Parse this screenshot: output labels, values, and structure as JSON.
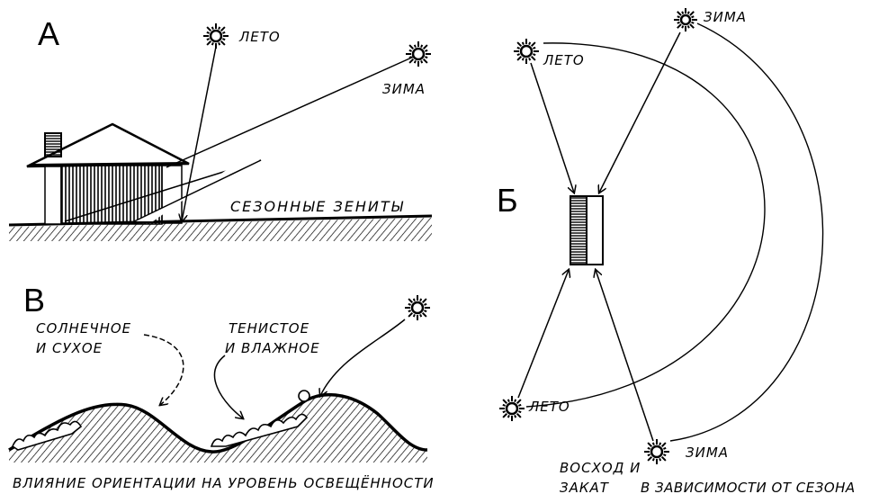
{
  "panels": {
    "a": {
      "letter": "А",
      "sun_summer": "ЛЕТО",
      "sun_winter": "ЗИМА",
      "ground_caption": "СЕЗОННЫЕ   ЗЕНИТЫ"
    },
    "b": {
      "letter": "Б",
      "sun_summer_top": "ЛЕТО",
      "sun_winter_top": "ЗИМА",
      "sun_summer_bottom": "ЛЕТО",
      "sun_winter_bottom": "ЗИМА",
      "caption_line1": "ВОСХОД И",
      "caption_line2": "ЗАКАТ",
      "caption_tail": "В ЗАВИСИМОСТИ ОТ СЕЗОНА"
    },
    "v": {
      "letter": "В",
      "sunny_line1": "СОЛНЕЧНОЕ",
      "sunny_line2": "И  СУХОЕ",
      "shady_line1": "ТЕНИСТОЕ",
      "shady_line2": "И ВЛАЖНОЕ",
      "caption": "ВЛИЯНИЕ  ОРИЕНТАЦИИ НА УРОВЕНЬ  ОСВЕЩЁННОСТИ"
    }
  },
  "colors": {
    "ink": "#000000",
    "paper": "#ffffff"
  }
}
